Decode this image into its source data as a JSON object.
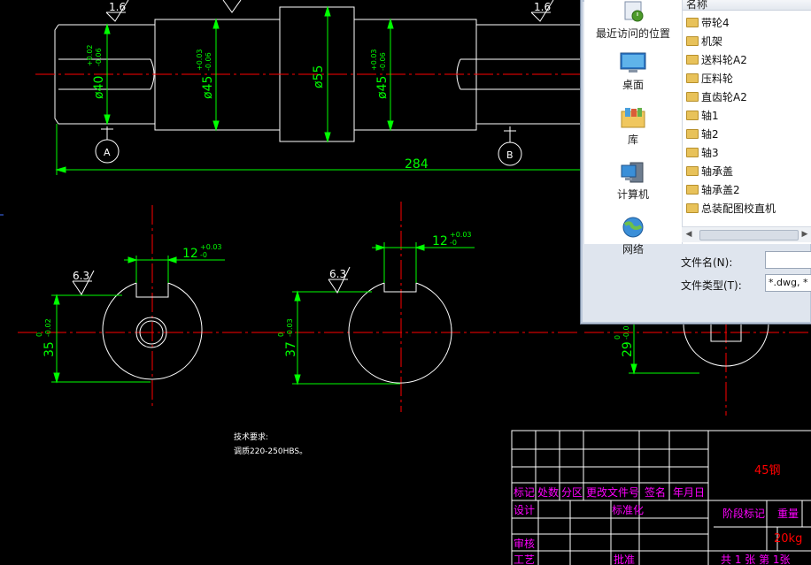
{
  "drawing": {
    "roughness": [
      "1.6",
      "1.6",
      "6.3",
      "6.3"
    ],
    "diameters": {
      "d40": "ø40",
      "d40_tol_upper": "+0.02",
      "d40_tol_lower": "-0.06",
      "d45a": "ø45",
      "d45a_tol_upper": "+0.03",
      "d45a_tol_lower": "-0.06",
      "d55": "ø55",
      "d45b": "ø45",
      "d45b_tol_upper": "+0.03",
      "d45b_tol_lower": "-0.06"
    },
    "datum_a": "A",
    "datum_b": "B",
    "length": "284",
    "section_a": {
      "keyway": "12",
      "keyway_tol_upper": "+0.03",
      "keyway_tol_lower": "-0",
      "depth": "35",
      "depth_tol_upper": "0",
      "depth_tol_lower": "-0.02"
    },
    "section_b": {
      "keyway": "12",
      "keyway_tol_upper": "+0.03",
      "keyway_tol_lower": "-0",
      "depth": "37",
      "depth_tol_upper": "0",
      "depth_tol_lower": "-0.03"
    },
    "section_c": {
      "depth": "29",
      "depth_tol_upper": "0",
      "depth_tol_lower": "-0.0"
    },
    "tech_title": "技术要求:",
    "tech_note": "调质220-250HBS。"
  },
  "title_block": {
    "material": "45钢",
    "headers": [
      "标记",
      "处数",
      "分区",
      "更改文件号",
      "签名",
      "年月日"
    ],
    "design": "设计",
    "standardize": "标准化",
    "stage_mark": "阶段标记",
    "weight": "重量",
    "weight_value": "20kg",
    "review": "审核",
    "process": "工艺",
    "approve": "批准",
    "sheets": "共 1 张 第 1张"
  },
  "dialog": {
    "places": [
      {
        "label": "最近访问的位置",
        "icon": "recent-places-icon"
      },
      {
        "label": "桌面",
        "icon": "desktop-icon"
      },
      {
        "label": "库",
        "icon": "library-icon"
      },
      {
        "label": "计算机",
        "icon": "computer-icon"
      },
      {
        "label": "网络",
        "icon": "network-icon"
      }
    ],
    "column_name": "名称",
    "files": [
      "带轮4",
      "机架",
      "送料轮A2",
      "压料轮",
      "直齿轮A2",
      "轴1",
      "轴2",
      "轴3",
      "轴承盖",
      "轴承盖2",
      "总装配图校直机"
    ],
    "filename_label": "文件名(N):",
    "filename_value": "",
    "filetype_label": "文件类型(T):",
    "filetype_value": "*.dwg, *"
  },
  "colors": {
    "dim": "#00ff00",
    "center": "#ff0000",
    "outline": "#ffffff",
    "title_text": "#ff00ff",
    "material_text": "#ff0000"
  }
}
